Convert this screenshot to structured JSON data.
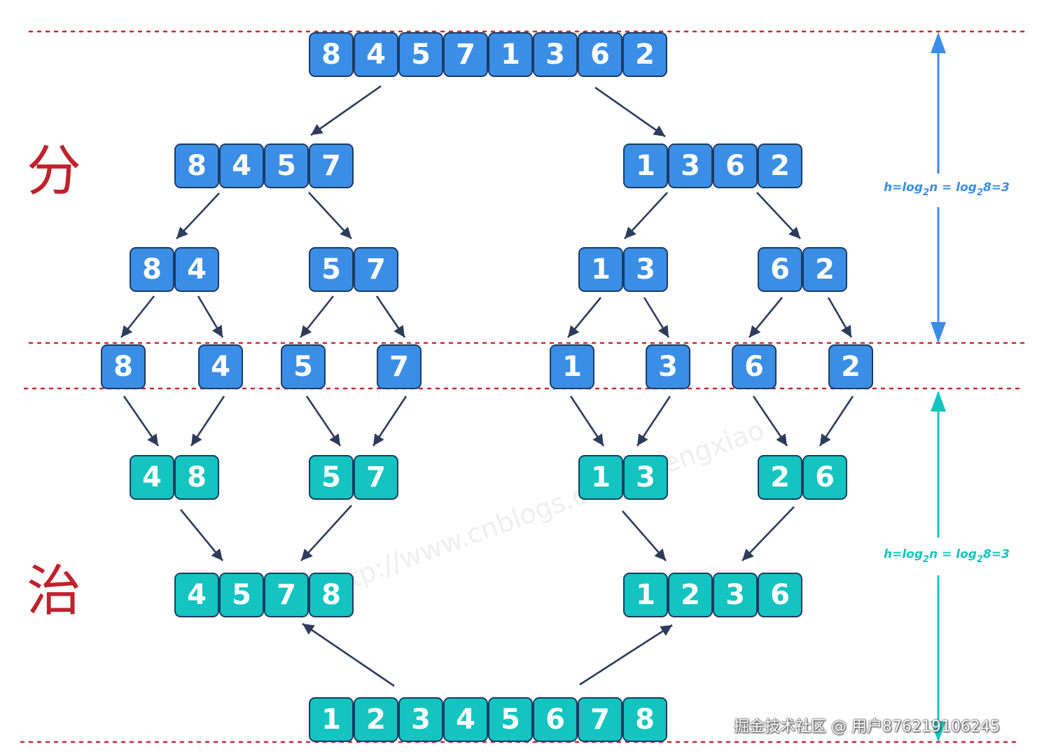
{
  "colors": {
    "divide": "#3b8ee6",
    "merge": "#13c4c0",
    "arrow": "#2e3c5c",
    "dashed_line": "#c62a36",
    "side_text": "#c0212b"
  },
  "labels": {
    "divide": "分",
    "conquer": "治",
    "divide_height": {
      "base": "h=log",
      "sub": "2",
      "mid": "n = log",
      "sub2": "2",
      "tail": "8=3"
    },
    "conquer_height": {
      "base": "h=log",
      "sub": "2",
      "mid": "n = log",
      "sub2": "2",
      "tail": "8=3"
    }
  },
  "watermark": "http://www.cnblogs.com/chengxiao",
  "credit": "掘金技术社区 @ 用户876219106245",
  "levels": [
    {
      "phase": "divide",
      "groups": [
        [
          "8",
          "4",
          "5",
          "7",
          "1",
          "3",
          "6",
          "2"
        ]
      ]
    },
    {
      "phase": "divide",
      "groups": [
        [
          "8",
          "4",
          "5",
          "7"
        ],
        [
          "1",
          "3",
          "6",
          "2"
        ]
      ]
    },
    {
      "phase": "divide",
      "groups": [
        [
          "8",
          "4"
        ],
        [
          "5",
          "7"
        ],
        [
          "1",
          "3"
        ],
        [
          "6",
          "2"
        ]
      ]
    },
    {
      "phase": "divide",
      "groups": [
        [
          "8"
        ],
        [
          "4"
        ],
        [
          "5"
        ],
        [
          "7"
        ],
        [
          "1"
        ],
        [
          "3"
        ],
        [
          "6"
        ],
        [
          "2"
        ]
      ]
    },
    {
      "phase": "merge",
      "groups": [
        [
          "4",
          "8"
        ],
        [
          "5",
          "7"
        ],
        [
          "1",
          "3"
        ],
        [
          "2",
          "6"
        ]
      ]
    },
    {
      "phase": "merge",
      "groups": [
        [
          "4",
          "5",
          "7",
          "8"
        ],
        [
          "1",
          "2",
          "3",
          "6"
        ]
      ]
    },
    {
      "phase": "merge",
      "groups": [
        [
          "1",
          "2",
          "3",
          "4",
          "5",
          "6",
          "7",
          "8"
        ]
      ]
    }
  ]
}
